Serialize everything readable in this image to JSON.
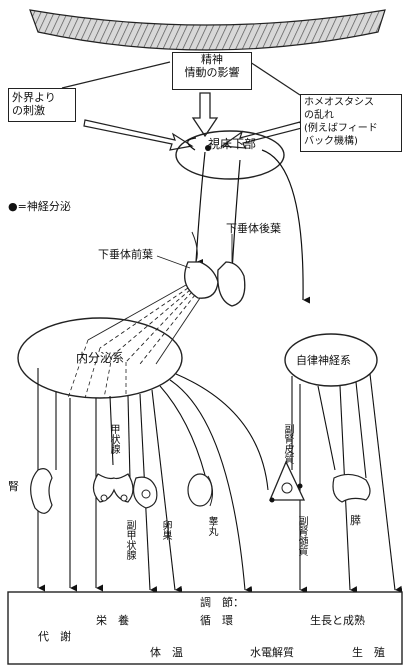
{
  "cortex": {
    "line1": "精神",
    "line2": "情動の影響"
  },
  "external": {
    "line1": "外界より",
    "line2": "の刺激"
  },
  "homeostasis": {
    "line1": "ホメオスタシス",
    "line2": "の乱れ",
    "line3": "(例えばフィード",
    "line4": "バック機構)"
  },
  "hypothalamus": "視床下部",
  "legend": "●=神経分泌",
  "anterior_pituitary": "下垂体前葉",
  "posterior_pituitary": "下垂体後葉",
  "endocrine_system": "内分泌系",
  "autonomic_system": "自律神経系",
  "organs": {
    "kidney": "腎",
    "thyroid": "甲状腺",
    "parathyroid": "副甲状腺",
    "ovary": "卵巣",
    "testis": "睾丸",
    "adrenal_cortex": "副腎皮質",
    "adrenal_medulla": "副腎髄質",
    "pancreas": "膵"
  },
  "regulation": {
    "heading": "調　節：",
    "metabolism": "代　謝",
    "nutrition": "栄　養",
    "circulation": "循　環",
    "growth": "生長と成熟",
    "body_temp": "体　温",
    "water_electrolyte": "水電解質",
    "reproduction": "生　殖"
  }
}
